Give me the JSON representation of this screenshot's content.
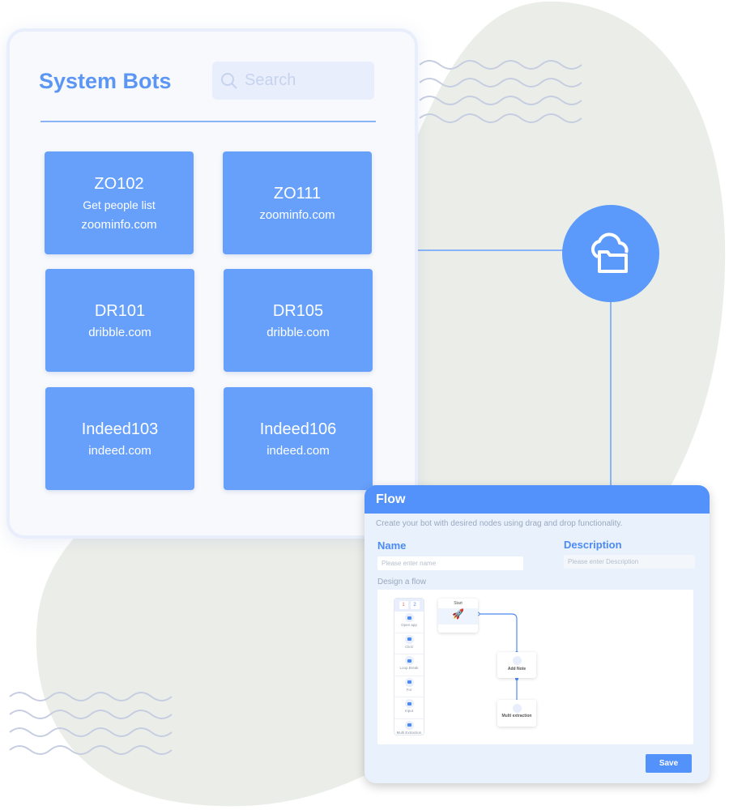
{
  "panel": {
    "title": "System Bots",
    "search_placeholder": "Search"
  },
  "bots": [
    {
      "code": "ZO102",
      "subtitle": "Get people list",
      "domain": "zoominfo.com"
    },
    {
      "code": "ZO111",
      "domain": "zoominfo.com"
    },
    {
      "code": "DR101",
      "domain": "dribble.com"
    },
    {
      "code": "DR105",
      "domain": "dribble.com"
    },
    {
      "code": "Indeed103",
      "domain": "indeed.com"
    },
    {
      "code": "Indeed106",
      "domain": "indeed.com"
    }
  ],
  "flow": {
    "title": "Flow",
    "description": "Create your bot with desired nodes using drag and drop functionality.",
    "name_label": "Name",
    "name_placeholder": "Please enter name",
    "desc_label": "Description",
    "desc_placeholder": "Please enter Description",
    "design_label": "Design a flow",
    "palette_tabs": [
      "1",
      "2"
    ],
    "palette": [
      "Open app",
      "Click",
      "Loop Break",
      "For",
      "Input",
      "Multi Extraction"
    ],
    "nodes": {
      "start": "Start",
      "add": "Add Note",
      "multi": "Multi extraction"
    },
    "save_label": "Save"
  },
  "colors": {
    "accent": "#5492fb",
    "card": "#66a0fb",
    "blob": "#ebeee8"
  }
}
